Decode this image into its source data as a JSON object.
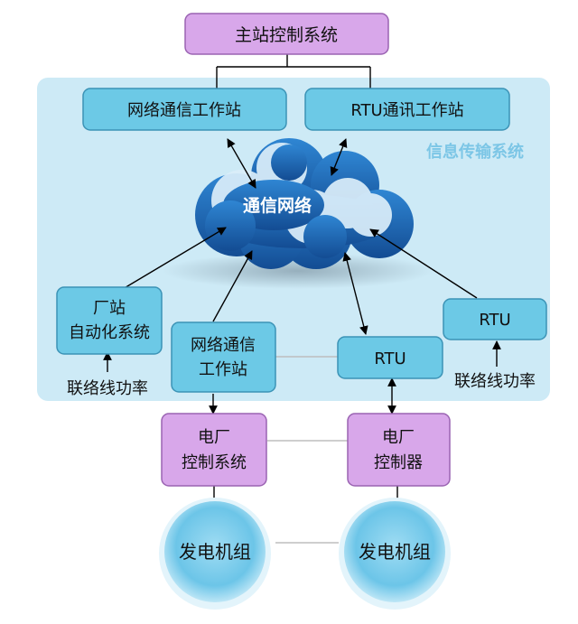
{
  "colors": {
    "region_fill": "#cdeaf6",
    "region_title": "#7cc6e6",
    "blue_box_fill": "#6cc9e6",
    "blue_box_stroke": "#3b93b6",
    "purple_box_fill": "#d8a7ea",
    "purple_box_stroke": "#9a63b2",
    "cloud_dark": "#1e64b4",
    "cloud_light": "#dbeefa",
    "generator": "#6cc5e8",
    "line": "#000000",
    "link": "#c9c9c9"
  },
  "nodes": {
    "master": "主站控制系统",
    "net_station_top": "网络通信工作站",
    "rtu_station_top": "RTU通讯工作站",
    "region_title": "信息传输系统",
    "cloud": "通信网络",
    "plant_auto": [
      "厂站",
      "自动化系统"
    ],
    "net_station_mid": [
      "网络通信",
      "工作站"
    ],
    "rtu_mid": "RTU",
    "rtu_right": "RTU",
    "tie_power_left": "联络线功率",
    "tie_power_right": "联络线功率",
    "plant_control_system": [
      "电厂",
      "控制系统"
    ],
    "plant_controller": [
      "电厂",
      "控制器"
    ],
    "generator_left": "发电机组",
    "generator_right": "发电机组"
  }
}
